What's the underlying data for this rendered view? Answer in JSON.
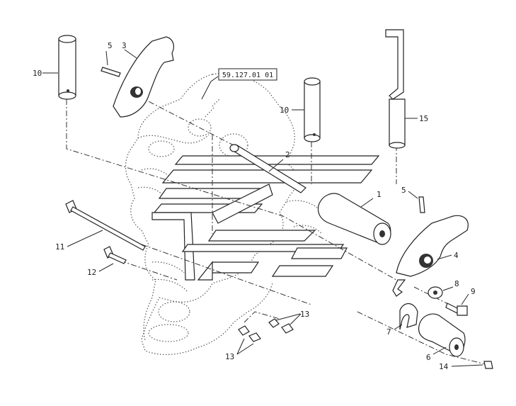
{
  "reference": {
    "text": "59.127.01 01"
  },
  "callouts": [
    {
      "id": "c1",
      "text": "1"
    },
    {
      "id": "c2",
      "text": "2"
    },
    {
      "id": "c3",
      "text": "3"
    },
    {
      "id": "c4",
      "text": "4"
    },
    {
      "id": "c5a",
      "text": "5"
    },
    {
      "id": "c5b",
      "text": "5"
    },
    {
      "id": "c6",
      "text": "6"
    },
    {
      "id": "c7",
      "text": "7"
    },
    {
      "id": "c8",
      "text": "8"
    },
    {
      "id": "c9",
      "text": "9"
    },
    {
      "id": "c10a",
      "text": "10"
    },
    {
      "id": "c10b",
      "text": "10"
    },
    {
      "id": "c11",
      "text": "11"
    },
    {
      "id": "c12",
      "text": "12"
    },
    {
      "id": "c13a",
      "text": "13"
    },
    {
      "id": "c13b",
      "text": "13"
    },
    {
      "id": "c14",
      "text": "14"
    },
    {
      "id": "c15",
      "text": "15"
    }
  ],
  "colors": {
    "line": "#222222",
    "shading": "#555555",
    "background": "#ffffff"
  }
}
